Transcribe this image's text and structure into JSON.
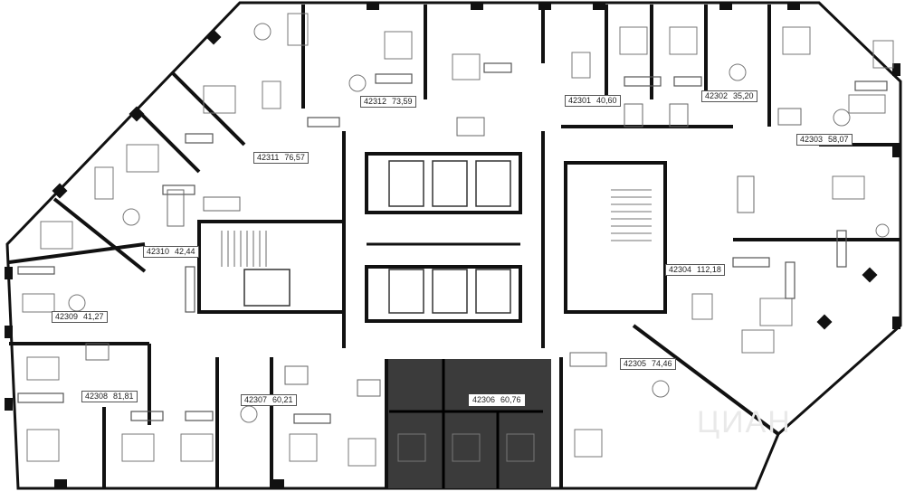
{
  "floorplan": {
    "selected_unit": "42306",
    "units": [
      {
        "id": "42301",
        "area": "40,60"
      },
      {
        "id": "42302",
        "area": "35,20"
      },
      {
        "id": "42303",
        "area": "58,07"
      },
      {
        "id": "42304",
        "area": "112,18"
      },
      {
        "id": "42305",
        "area": "74,46"
      },
      {
        "id": "42306",
        "area": "60,76"
      },
      {
        "id": "42307",
        "area": "60,21"
      },
      {
        "id": "42308",
        "area": "81,81"
      },
      {
        "id": "42309",
        "area": "41,27"
      },
      {
        "id": "42310",
        "area": "42,44"
      },
      {
        "id": "42311",
        "area": "76,57"
      },
      {
        "id": "42312",
        "area": "73,59"
      }
    ],
    "watermark": "ЦИАН",
    "colors": {
      "wall": "#111111",
      "selected_fill": "#3a3a3a",
      "background": "#ffffff",
      "furniture": "#777777"
    }
  }
}
